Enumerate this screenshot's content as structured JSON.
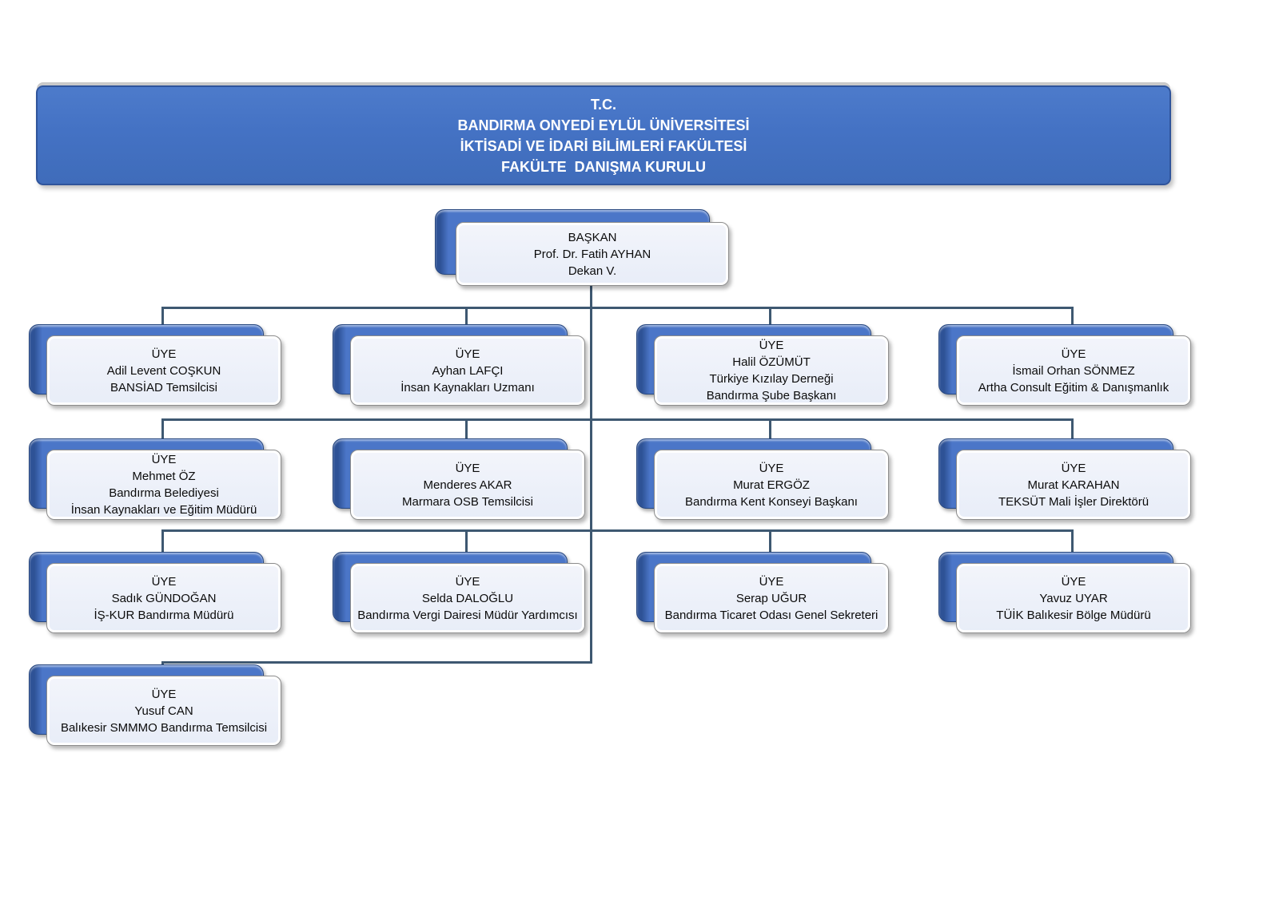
{
  "header": {
    "lines": [
      "T.C.",
      "BANDIRMA ONYEDİ EYLÜL ÜNİVERSİTESİ",
      "İKTİSADİ VE İDARİ BİLİMLERİ FAKÜLTESİ",
      "FAKÜLTE  DANIŞMA KURULU"
    ]
  },
  "chairman": {
    "role": "BAŞKAN",
    "name": "Prof. Dr. Fatih AYHAN",
    "title": "Dekan V."
  },
  "members": [
    {
      "lines": [
        "ÜYE",
        "Adil Levent COŞKUN",
        "BANSİAD Temsilcisi"
      ]
    },
    {
      "lines": [
        "ÜYE",
        "Ayhan LAFÇI",
        "İnsan Kaynakları Uzmanı"
      ]
    },
    {
      "lines": [
        "ÜYE",
        "Halil ÖZÜMÜT",
        "Türkiye Kızılay Derneği",
        "Bandırma Şube Başkanı"
      ]
    },
    {
      "lines": [
        "ÜYE",
        "İsmail Orhan SÖNMEZ",
        "Artha Consult Eğitim & Danışmanlık"
      ]
    },
    {
      "lines": [
        "ÜYE",
        "Mehmet ÖZ",
        "Bandırma Belediyesi",
        "İnsan Kaynakları ve Eğitim Müdürü"
      ]
    },
    {
      "lines": [
        "ÜYE",
        "Menderes AKAR",
        "Marmara OSB Temsilcisi"
      ]
    },
    {
      "lines": [
        "ÜYE",
        "Murat ERGÖZ",
        "Bandırma Kent Konseyi Başkanı"
      ]
    },
    {
      "lines": [
        "ÜYE",
        "Murat KARAHAN",
        "TEKSÜT Mali İşler Direktörü"
      ]
    },
    {
      "lines": [
        "ÜYE",
        "Sadık GÜNDOĞAN",
        "İŞ-KUR Bandırma Müdürü"
      ]
    },
    {
      "lines": [
        "ÜYE",
        "Selda DALOĞLU",
        "Bandırma Vergi Dairesi Müdür Yardımcısı"
      ]
    },
    {
      "lines": [
        "ÜYE",
        "Serap UĞUR",
        "Bandırma Ticaret Odası Genel Sekreteri"
      ]
    },
    {
      "lines": [
        "ÜYE",
        "Yavuz UYAR",
        "TÜİK Balıkesir Bölge Müdürü"
      ]
    },
    {
      "lines": [
        "ÜYE",
        "Yusuf CAN",
        "Balıkesir SMMMO Bandırma Temsilcisi"
      ]
    }
  ],
  "colors": {
    "box_blue": "#4b76c8",
    "box_blue_dark": "#2e5296",
    "card_fill": "#ecf0f9",
    "connector": "#3e5871",
    "banner_blue": "#4472c4"
  }
}
